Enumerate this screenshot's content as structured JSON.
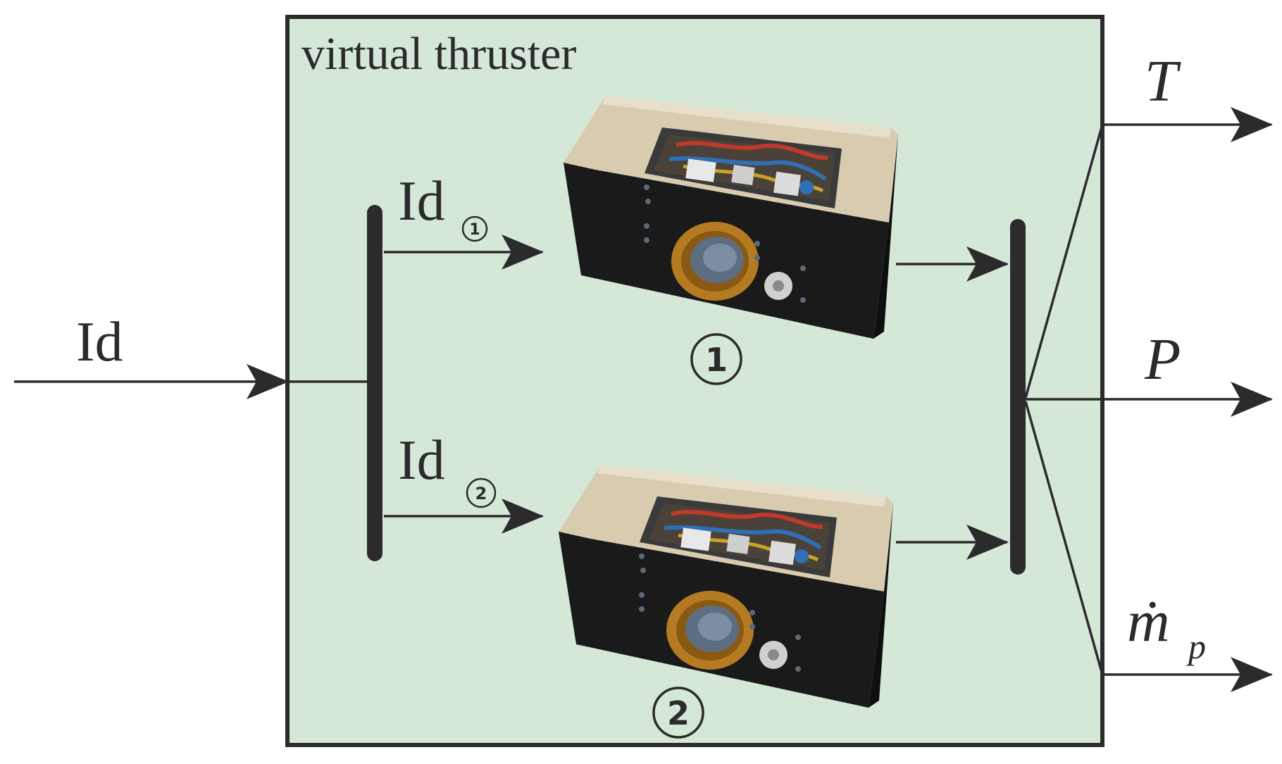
{
  "block_title": "virtual thruster",
  "input_label": "Id",
  "branch_1": {
    "label": "Id",
    "subscript": "1",
    "unit_number": "1"
  },
  "branch_2": {
    "label": "Id",
    "subscript": "2",
    "unit_number": "2"
  },
  "outputs": {
    "thrust": "T",
    "power": "P",
    "mass_flow": "ṁ",
    "mass_flow_subscript": "p"
  },
  "colors": {
    "block_fill": "#d5e8d8",
    "line": "#2b2b2b",
    "thruster_body": "#1a1a1a",
    "thruster_lid": "#d8cbb0",
    "nozzle_ring": "#b57b22"
  },
  "icons": [
    "thruster-unit-icon"
  ]
}
